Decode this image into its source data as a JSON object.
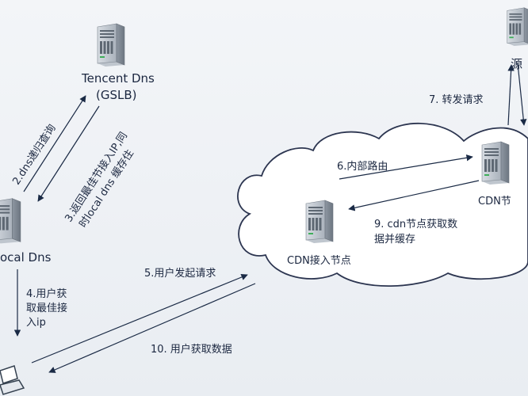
{
  "nodes": {
    "tencent_dns": {
      "title": "Tencent Dns",
      "subtitle": "(GSLB)"
    },
    "local_dns": {
      "title": "ocal Dns"
    },
    "origin": {
      "title": "源"
    },
    "cdn_access": {
      "title": "CDN接入节点"
    },
    "cdn_node": {
      "title": "CDN节"
    }
  },
  "steps": {
    "s2": "2.dns递归查询",
    "s3_line1": "3.返回最佳节接入IP,同",
    "s3_line2": "时local dns 缓存住",
    "s4_line1": "4.用户获",
    "s4_line2": "取最佳接",
    "s4_line3": "入ip",
    "s5": "5.用户发起请求",
    "s6": "6.内部路由",
    "s7": "7. 转发请求",
    "s9_line1": "9. cdn节点获取数",
    "s9_line2": "据并缓存",
    "s10": "10. 用户获取数据"
  },
  "colors": {
    "text": "#1b2740",
    "arrow": "#1a2a45",
    "cloud_stroke": "#2c3550",
    "cloud_fill": "#ffffff",
    "background": "#eef1f5"
  },
  "icons": [
    "server-icon",
    "laptop-icon"
  ]
}
